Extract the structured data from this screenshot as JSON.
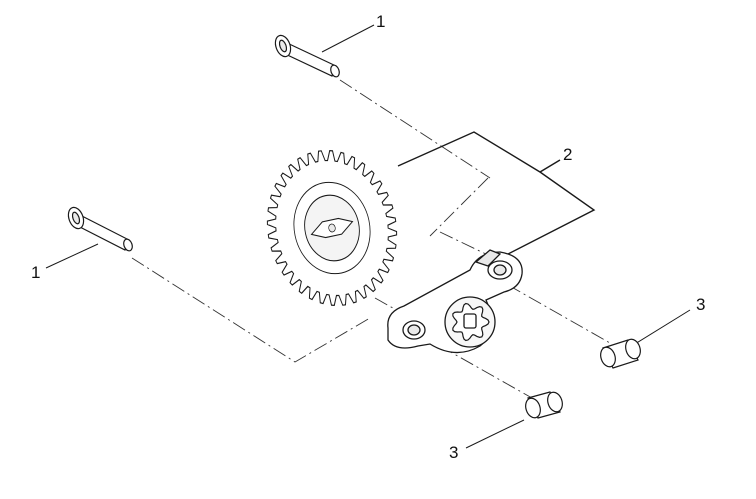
{
  "callouts": {
    "pin_top": "1",
    "pin_left": "1",
    "gear_and_pump": "2",
    "bushing_right": "3",
    "bushing_bottom": "3"
  },
  "colors": {
    "line": "#1a1a1a",
    "part_fill": "#ffffff",
    "shade": "#e9e9e9"
  }
}
